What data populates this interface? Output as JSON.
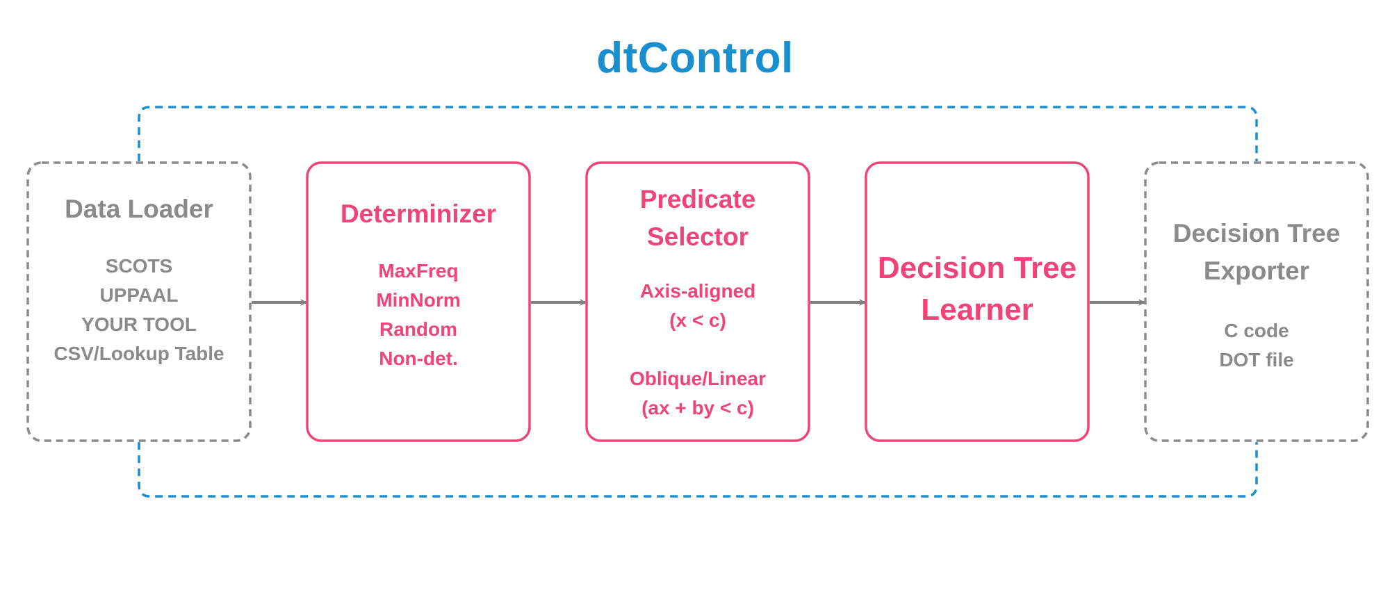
{
  "title": "dtControl",
  "colors": {
    "accent_blue": "#1a8fd0",
    "pink": "#ef4477",
    "grey": "#8a8a8a",
    "arrow": "#7f7f7f"
  },
  "boxes": {
    "data_loader": {
      "title": "Data Loader",
      "items": [
        "SCOTS",
        "UPPAAL",
        "YOUR TOOL",
        "CSV/Lookup Table"
      ]
    },
    "determinizer": {
      "title": "Determinizer",
      "items": [
        "MaxFreq",
        "MinNorm",
        "Random",
        "Non-det."
      ]
    },
    "predicate_selector": {
      "title_lines": [
        "Predicate",
        "Selector"
      ],
      "groups": [
        [
          "Axis-aligned",
          "(x < c)"
        ],
        [
          "Oblique/Linear",
          "(ax + by < c)"
        ]
      ]
    },
    "learner": {
      "title_lines": [
        "Decision Tree",
        "Learner"
      ]
    },
    "exporter": {
      "title_lines": [
        "Decision Tree",
        "Exporter"
      ],
      "items": [
        "C code",
        "DOT file"
      ]
    }
  }
}
